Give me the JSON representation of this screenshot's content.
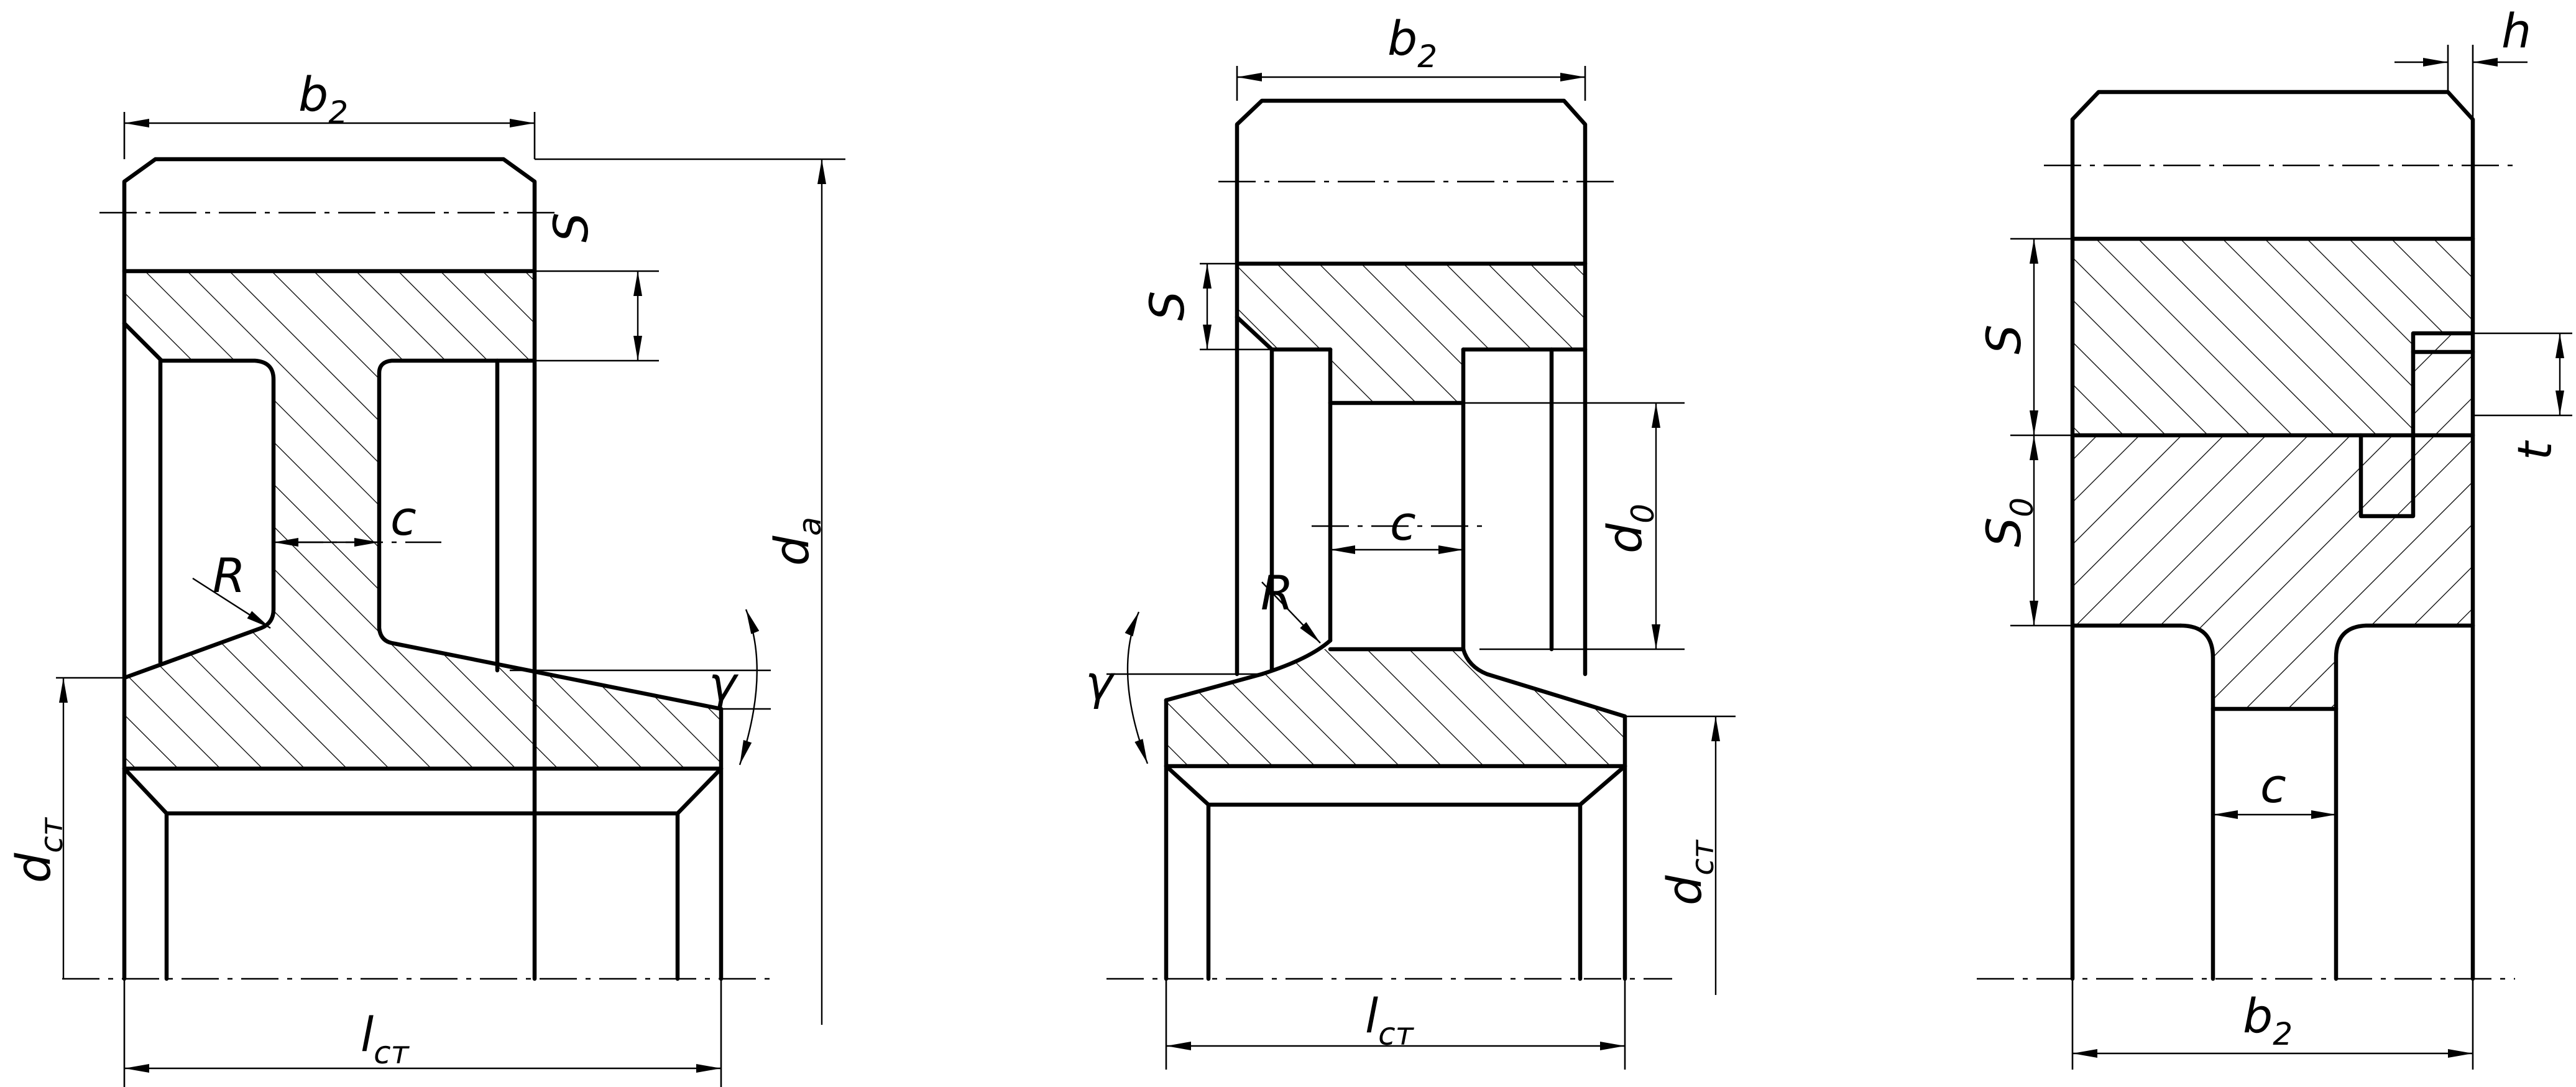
{
  "colors": {
    "line": "#000000",
    "background": "#ffffff"
  },
  "view_left": {
    "b_main": "b",
    "b_sub": "2",
    "S": "S",
    "c": "c",
    "R": "R",
    "gamma": "γ",
    "da_main": "d",
    "da_sub": "a",
    "dst_main": "d",
    "dst_sub": "cт",
    "lst_main": "l",
    "lst_sub": "cт"
  },
  "view_middle": {
    "b_main": "b",
    "b_sub": "2",
    "S": "S",
    "c": "c",
    "R": "R",
    "gamma": "γ",
    "d0_main": "d",
    "d0_sub": "0",
    "dst_main": "d",
    "dst_sub": "cт",
    "lst_main": "l",
    "lst_sub": "cт"
  },
  "view_right": {
    "h": "h",
    "S": "S",
    "S0_main": "S",
    "S0_sub": "0",
    "t": "t",
    "c": "c",
    "b_main": "b",
    "b_sub": "2"
  }
}
